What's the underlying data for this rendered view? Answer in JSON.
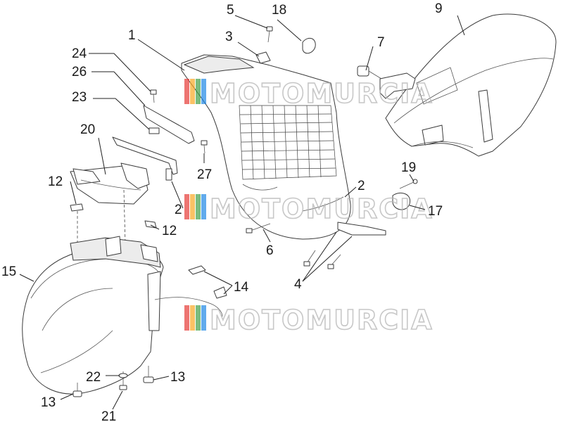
{
  "watermark": {
    "text": "MOTOMURCIA",
    "colors": [
      "#e53935",
      "#f9a825",
      "#43a047",
      "#1e88e5"
    ]
  },
  "callouts": [
    {
      "id": "c1",
      "label": "1"
    },
    {
      "id": "c2a",
      "label": "2"
    },
    {
      "id": "c2b",
      "label": "2"
    },
    {
      "id": "c3",
      "label": "3"
    },
    {
      "id": "c4",
      "label": "4"
    },
    {
      "id": "c5",
      "label": "5"
    },
    {
      "id": "c6",
      "label": "6"
    },
    {
      "id": "c7",
      "label": "7"
    },
    {
      "id": "c9",
      "label": "9"
    },
    {
      "id": "c12a",
      "label": "12"
    },
    {
      "id": "c12b",
      "label": "12"
    },
    {
      "id": "c13a",
      "label": "13"
    },
    {
      "id": "c13b",
      "label": "13"
    },
    {
      "id": "c14",
      "label": "14"
    },
    {
      "id": "c15",
      "label": "15"
    },
    {
      "id": "c17",
      "label": "17"
    },
    {
      "id": "c18",
      "label": "18"
    },
    {
      "id": "c19",
      "label": "19"
    },
    {
      "id": "c20",
      "label": "20"
    },
    {
      "id": "c21",
      "label": "21"
    },
    {
      "id": "c22",
      "label": "22"
    },
    {
      "id": "c23",
      "label": "23"
    },
    {
      "id": "c24",
      "label": "24"
    },
    {
      "id": "c26",
      "label": "26"
    },
    {
      "id": "c27",
      "label": "27"
    }
  ]
}
